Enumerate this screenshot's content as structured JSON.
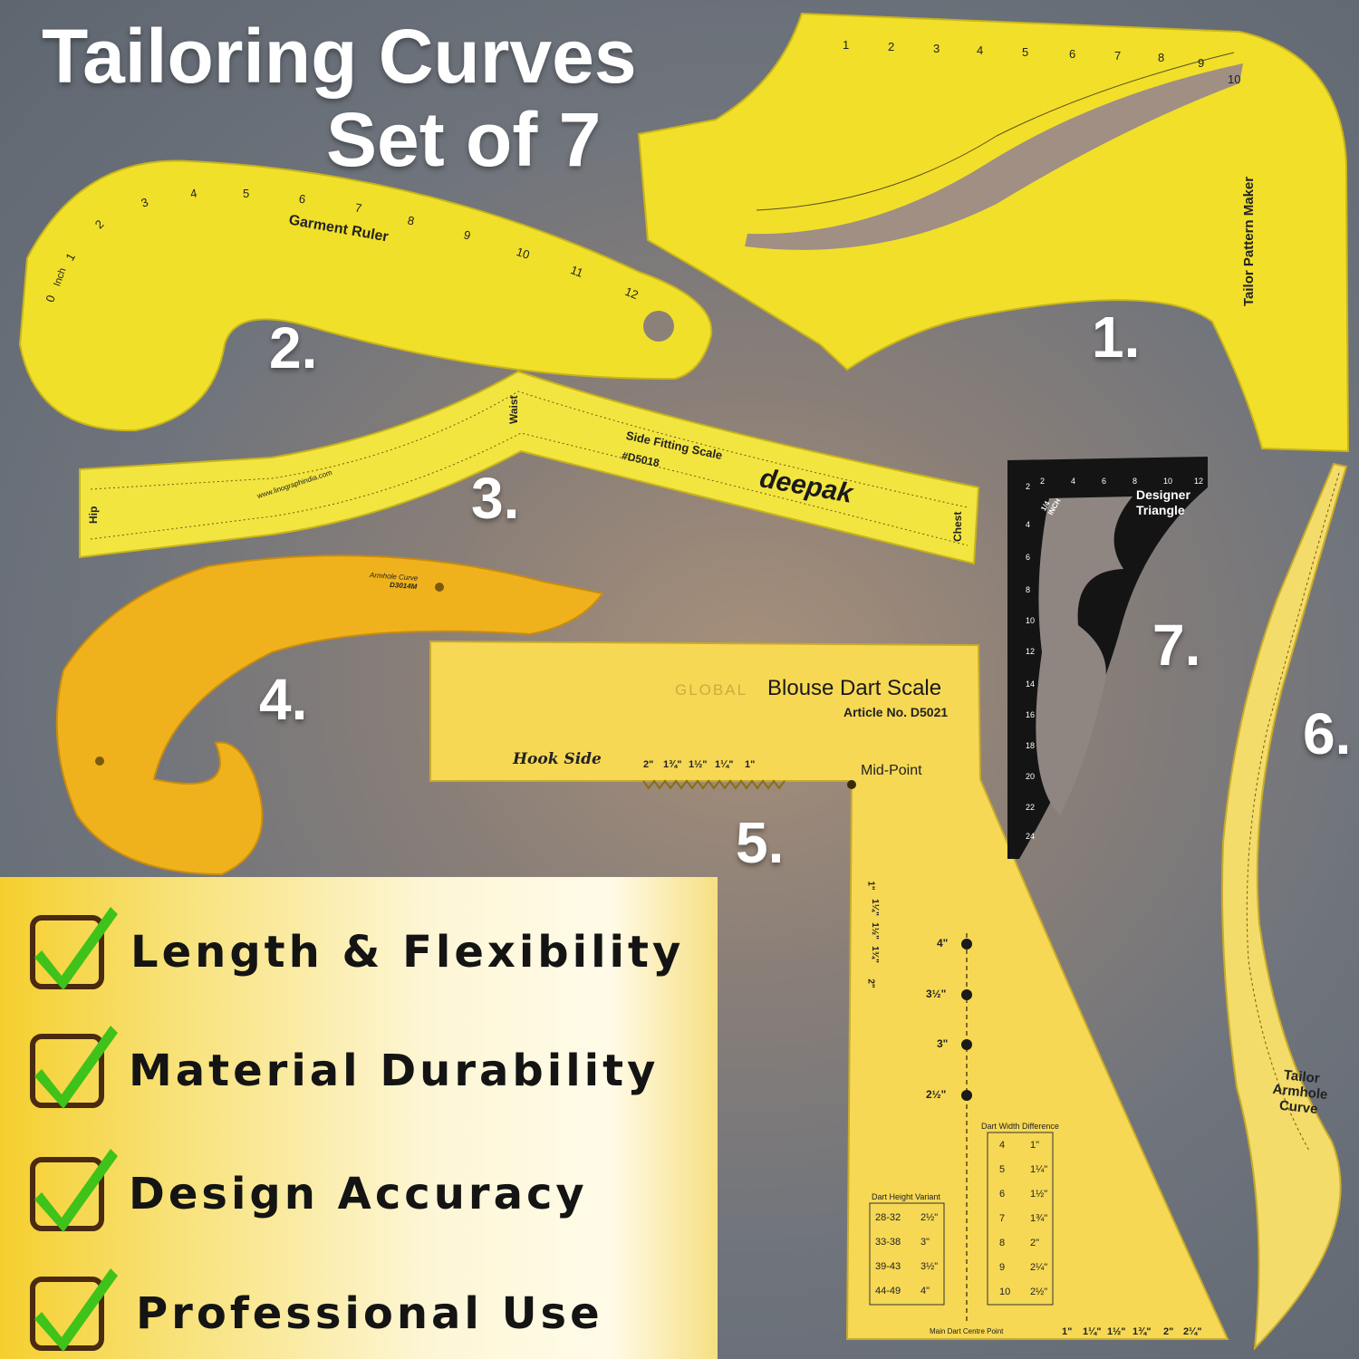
{
  "title": {
    "line1": "Tailoring Curves",
    "line2": "Set of 7"
  },
  "rulers": {
    "r1": {
      "number": "1.",
      "label": "Tailor Pattern Maker",
      "scale": [
        "1",
        "2",
        "3",
        "4",
        "5",
        "6",
        "7",
        "8",
        "9",
        "10"
      ]
    },
    "r2": {
      "number": "2.",
      "label": "Garment Ruler",
      "unit": "Inch",
      "scale": [
        "0",
        "1",
        "2",
        "3",
        "4",
        "5",
        "6",
        "7",
        "8",
        "9",
        "10",
        "11",
        "12"
      ]
    },
    "r3": {
      "number": "3.",
      "label": "Side Fitting Scale",
      "code": "#D5018",
      "website": "www.linographindia.com",
      "brand": "deepak",
      "marks": [
        "Hip",
        "Waist",
        "Chest"
      ]
    },
    "r4": {
      "number": "4.",
      "label": "Armhole Curve",
      "code": "D3014M"
    },
    "r5": {
      "number": "5.",
      "label": "Blouse Dart Scale",
      "brand_faded": "GLOBAL",
      "article": "Article No. D5021",
      "hook_side": "Hook Side",
      "mid_point": "Mid-Point",
      "top_fractions": [
        "2\"",
        "1¾\"",
        "1½\"",
        "1¼\"",
        "1\""
      ],
      "side_fractions": [
        "1\"",
        "1¼\"",
        "1½\"",
        "1¾\"",
        "2\""
      ],
      "dart_marks": [
        "4\"",
        "3½\"",
        "3\"",
        "2½\""
      ],
      "height_table": {
        "title": "Dart Height Variant",
        "rows": [
          [
            "28-32",
            "2½\""
          ],
          [
            "33-38",
            "3\""
          ],
          [
            "39-43",
            "3½\""
          ],
          [
            "44-49",
            "4\""
          ]
        ]
      },
      "width_table": {
        "title": "Dart Width Difference",
        "rows": [
          [
            "4",
            "1\""
          ],
          [
            "5",
            "1¼\""
          ],
          [
            "6",
            "1½\""
          ],
          [
            "7",
            "1¾\""
          ],
          [
            "8",
            "2\""
          ],
          [
            "9",
            "2¼\""
          ],
          [
            "10",
            "2½\""
          ]
        ]
      },
      "centre_label": "Main Dart Centre Point",
      "bottom_fractions": [
        "1\"",
        "1¼\"",
        "1½\"",
        "1¾\"",
        "2\"",
        "2¼\""
      ]
    },
    "r6": {
      "number": "6.",
      "label": "Tailor Armhole Curve"
    },
    "r7": {
      "number": "7.",
      "label": "Designer Triangle",
      "unit": "1/4 INCH",
      "top_scale": [
        "2",
        "4",
        "6",
        "8",
        "10",
        "12"
      ],
      "side_scale": [
        "2",
        "4",
        "6",
        "8",
        "10",
        "12",
        "14",
        "16",
        "18",
        "20",
        "22",
        "24"
      ]
    }
  },
  "features": [
    {
      "label": "Length & Flexibility"
    },
    {
      "label": "Material Durability"
    },
    {
      "label": "Design Accuracy"
    },
    {
      "label": "Professional Use"
    }
  ],
  "colors": {
    "ruler_yellow": "#f1df2a",
    "ruler_orange": "#f0b21c",
    "dart_yellow": "#f6d855",
    "triangle_black": "#141414",
    "check_green": "#3fc21a"
  }
}
